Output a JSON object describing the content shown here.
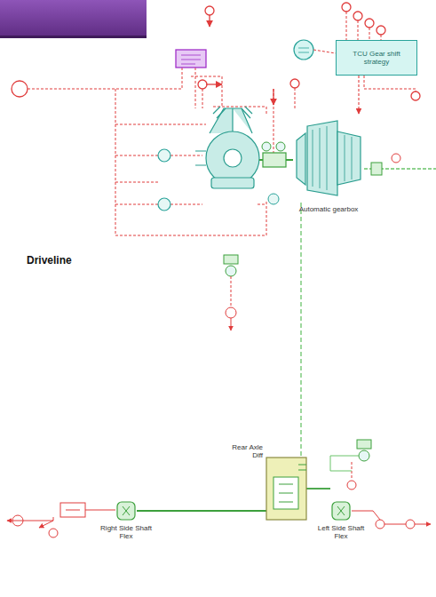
{
  "diagram": {
    "nodes": [
      {
        "text": [
          "Automatic gearbox"
        ]
      },
      {
        "text": [
          "TCU Gear shift strategy"
        ]
      },
      {
        "text": [
          "Rear Axle Diff"
        ]
      },
      {
        "text": [
          "Right Side Shaft Flex"
        ]
      },
      {
        "text": [
          "Left Side Shaft Flex"
        ]
      }
    ],
    "edges": [
      {
        "from": 1,
        "to": 0,
        "arrow": "to"
      },
      {
        "from": 0,
        "to": 2,
        "arrow": "none"
      },
      {
        "from": 3,
        "to": 2,
        "arrow": "none"
      },
      {
        "from": 2,
        "to": 4,
        "arrow": "none"
      }
    ],
    "labels": [
      "Driveline"
    ]
  }
}
